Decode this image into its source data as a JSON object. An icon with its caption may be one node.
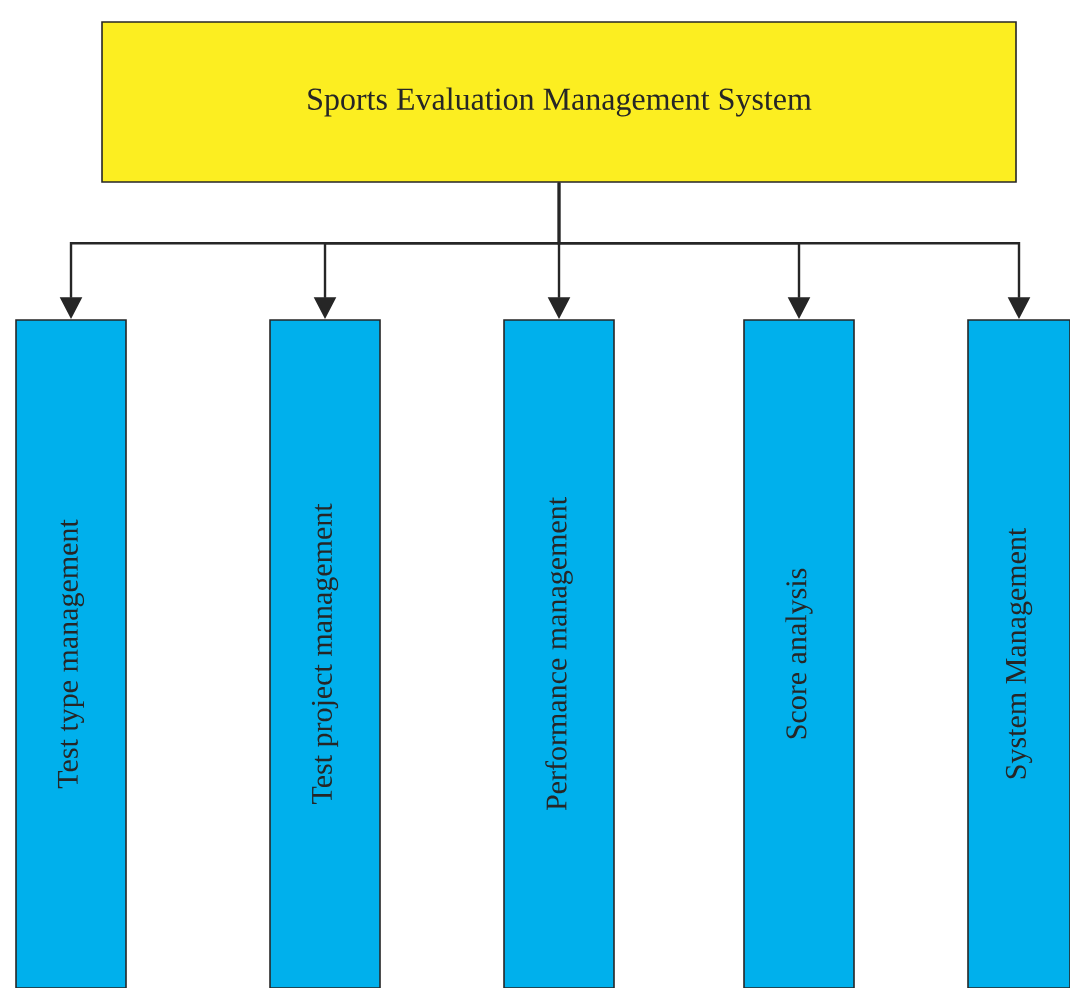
{
  "diagram": {
    "nodes": [
      {
        "text": [
          "Sports Evaluation Management System"
        ]
      },
      {
        "text": [
          "Test type management"
        ]
      },
      {
        "text": [
          "Test project management"
        ]
      },
      {
        "text": [
          "Performance management"
        ]
      },
      {
        "text": [
          "Score analysis"
        ]
      },
      {
        "text": [
          "System Management"
        ]
      }
    ],
    "edges": [
      {
        "from": 0,
        "to": 1,
        "arrow": "to"
      },
      {
        "from": 0,
        "to": 2,
        "arrow": "to"
      },
      {
        "from": 0,
        "to": 3,
        "arrow": "to"
      },
      {
        "from": 0,
        "to": 4,
        "arrow": "to"
      },
      {
        "from": 0,
        "to": 5,
        "arrow": "to"
      }
    ]
  }
}
